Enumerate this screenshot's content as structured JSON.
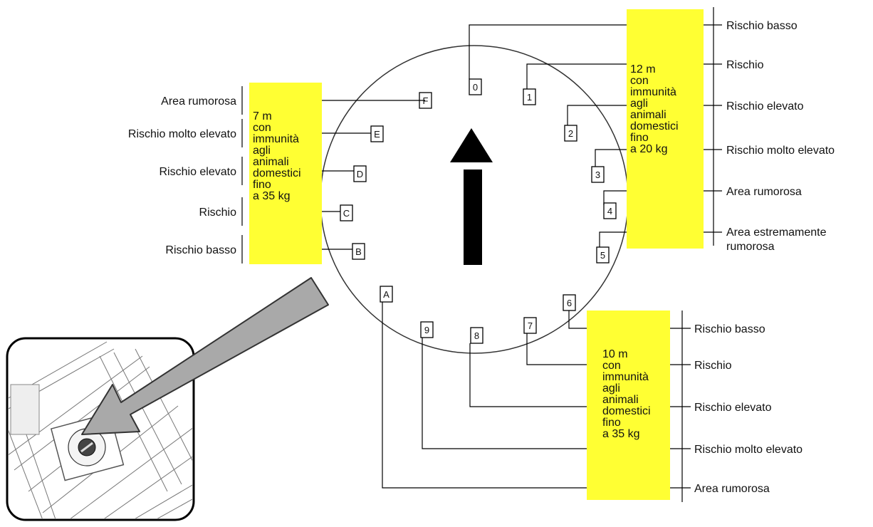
{
  "colors": {
    "highlight": "#ffff33",
    "line": "#000000",
    "arrow_gray": "#a9a9a9"
  },
  "dial": {
    "positions": [
      "0",
      "1",
      "2",
      "3",
      "4",
      "5",
      "6",
      "7",
      "8",
      "9",
      "A",
      "B",
      "C",
      "D",
      "E",
      "F"
    ],
    "arrow_icon": "north-arrow-icon"
  },
  "groups": {
    "left": {
      "box_lines": [
        "7 m",
        "con",
        "immunità",
        "agli",
        "animali",
        "domestici",
        "fino",
        "a 35 kg"
      ],
      "labels": [
        "Area rumorosa",
        "Rischio molto elevato",
        "Rischio elevato",
        "Rischio",
        "Rischio basso"
      ]
    },
    "right_top": {
      "box_lines": [
        "12 m",
        "con",
        "immunità",
        "agli",
        "animali",
        "domestici",
        "fino",
        "a 20 kg"
      ],
      "labels": [
        "Rischio basso",
        "Rischio",
        "Rischio elevato",
        "Rischio molto elevato",
        "Area rumorosa",
        "Area estremamente",
        "rumorosa"
      ]
    },
    "right_bottom": {
      "box_lines": [
        "10 m",
        "con",
        "immunità",
        "agli",
        "animali",
        "domestici",
        "fino",
        "a 35 kg"
      ],
      "labels": [
        "Rischio basso",
        "Rischio",
        "Rischio elevato",
        "Rischio molto elevato",
        "Area rumorosa"
      ]
    }
  },
  "inset": {
    "dial_icon": "rotary-switch-icon",
    "pointer_icon": "gray-pointer-arrow-icon"
  }
}
